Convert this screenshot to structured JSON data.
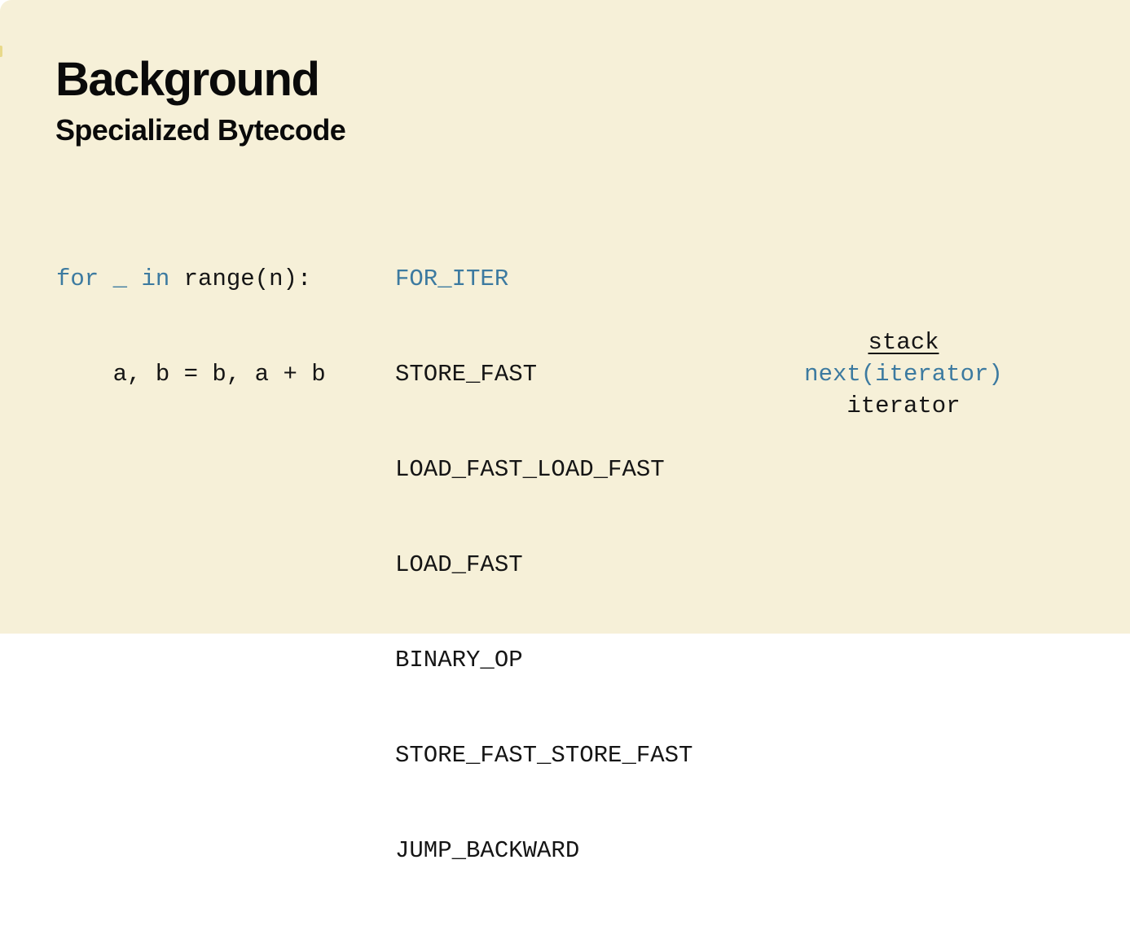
{
  "slide": {
    "title": "Background",
    "subtitle": "Specialized Bytecode"
  },
  "source_code": {
    "line1": {
      "kw_for": "for",
      "underscore": " _ ",
      "kw_in": "in",
      "rest": " range(n):"
    },
    "line2": "    a, b = b, a + b"
  },
  "bytecode": [
    "FOR_ITER",
    "STORE_FAST",
    "LOAD_FAST_LOAD_FAST",
    "LOAD_FAST",
    "BINARY_OP",
    "STORE_FAST_STORE_FAST",
    "JUMP_BACKWARD"
  ],
  "stack": {
    "label": "stack",
    "entries": [
      "next(iterator)",
      "iterator"
    ]
  },
  "colors": {
    "background": "#f6f0d8",
    "text": "#151515",
    "highlight": "#3c7aa0"
  }
}
